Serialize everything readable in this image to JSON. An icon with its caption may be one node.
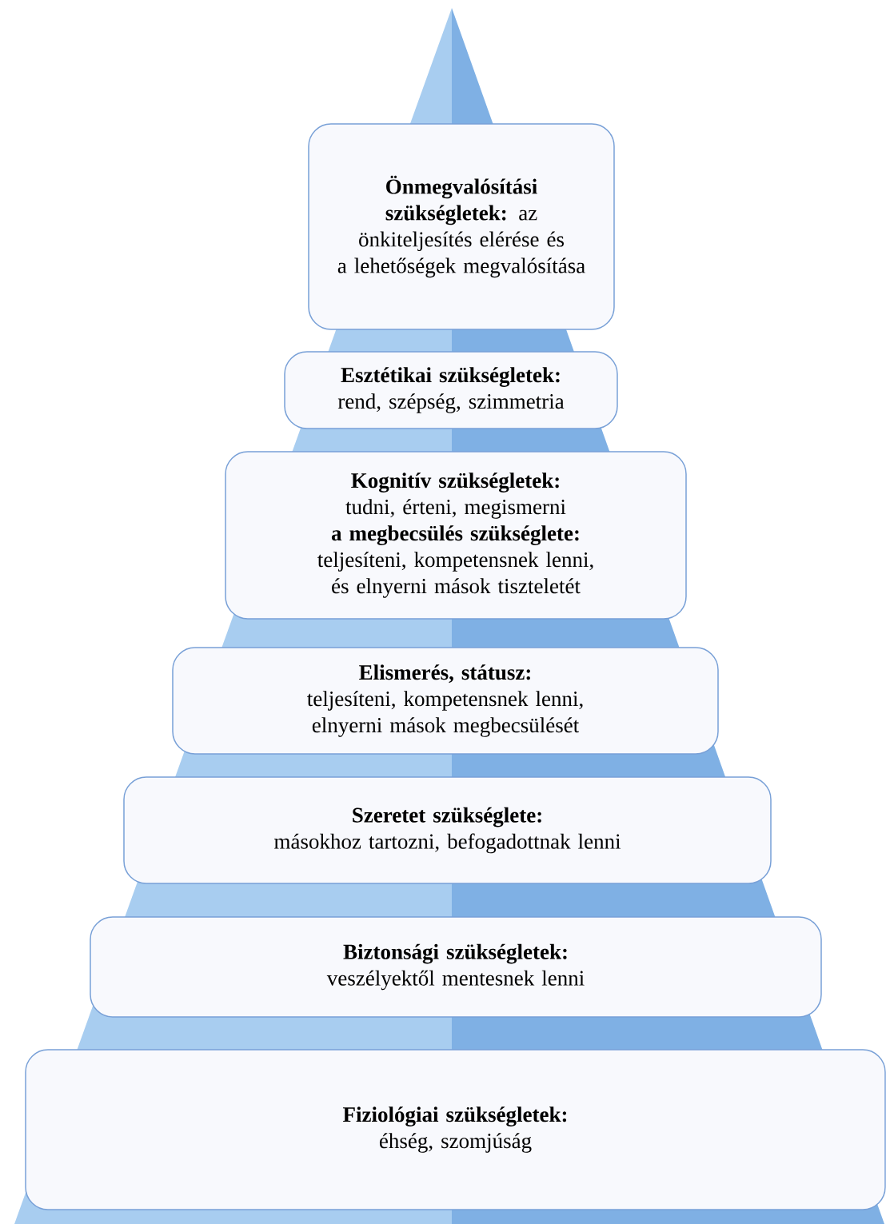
{
  "diagram": {
    "nodes": [
      {
        "text": [
          "**Önmegvalósítási szükségletek:** az önkiteljesítés elérése és a lehetőségek megvalósítása"
        ]
      },
      {
        "text": [
          "Esztétikai szükségletek:",
          "rend, szépség, szimmetria"
        ]
      },
      {
        "text": [
          "**Kognitív szükségletek:** tudni, érteni, megismerni",
          "**a megbecsülés szükséglete:** teljesíteni, kompetensnek lenni, és elnyerni mások tiszteletét"
        ]
      },
      {
        "text": [
          "Elismerés, státusz:",
          "teljesíteni, kompetensnek lenni, elnyerni mások megbecsülését"
        ]
      },
      {
        "text": [
          "Szeretet szükséglete:",
          "másokhoz tartozni, befogadottnak lenni"
        ]
      },
      {
        "text": [
          "Biztonsági szükségletek:",
          "veszélyektől mentesnek lenni"
        ]
      },
      {
        "text": [
          "Fiziológiai szükségletek:",
          "éhség, szomjúság"
        ]
      }
    ]
  }
}
